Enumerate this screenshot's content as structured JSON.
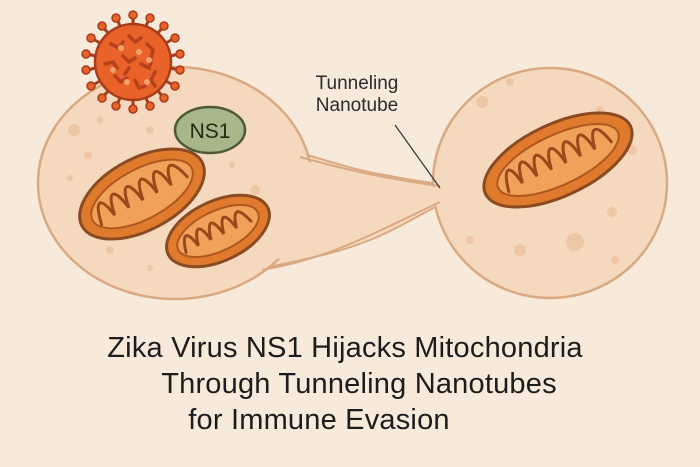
{
  "title": {
    "line1": "Zika Virus NS1 Hijacks Mitochondria",
    "line2": "Through Tunneling Nanotubes",
    "line3": "for Immune Evasion"
  },
  "labels": {
    "nanotube_line1": "Tunneling",
    "nanotube_line2": "Nanotube",
    "ns1": "NS1"
  },
  "colors": {
    "background": "#f7eadb",
    "cell_fill": "#f5d9bf",
    "cell_outline": "#d9a982",
    "mito_fill": "#e07b2e",
    "mito_outline": "#8a4a22",
    "ns1_fill": "#a7b78a",
    "virus_fill": "#e8622a"
  },
  "icons": [
    "zika-virus-icon",
    "mitochondrion-icon",
    "ns1-protein-icon"
  ]
}
